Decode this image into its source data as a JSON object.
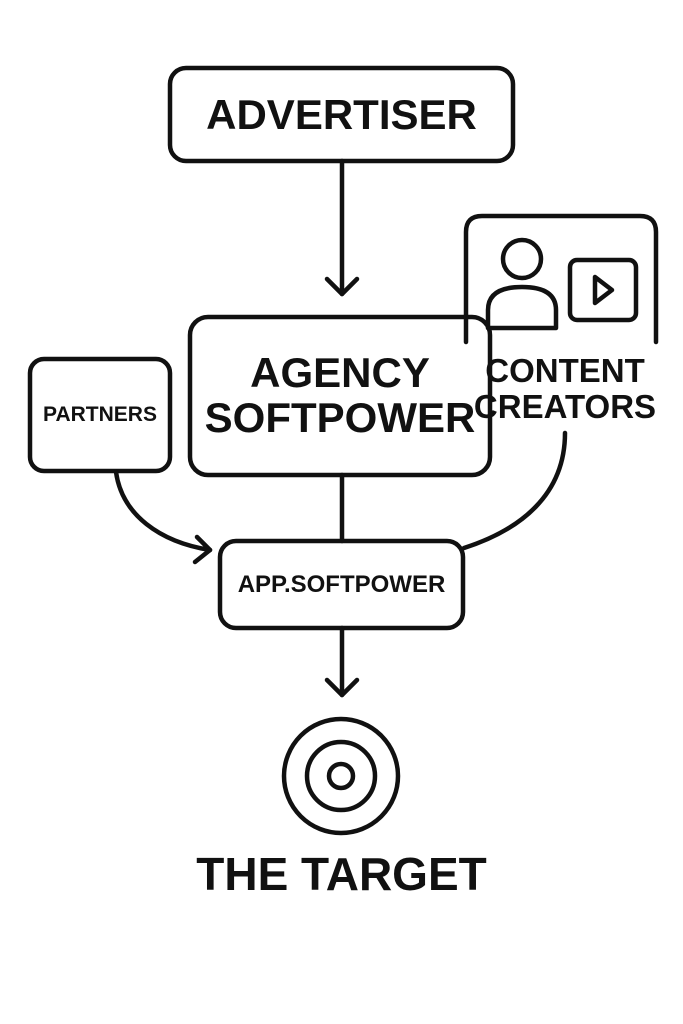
{
  "colors": {
    "stroke": "#111111",
    "background": "#ffffff"
  },
  "nodes": {
    "advertiser": {
      "label": "ADVERTISER"
    },
    "agency": {
      "line1": "AGENCY",
      "line2": "SOFTPOWER"
    },
    "partners": {
      "label": "PARTNERS"
    },
    "content_creators": {
      "line1": "CONTENT",
      "line2": "CREATORS",
      "icons": [
        "person-icon",
        "video-play-icon"
      ]
    },
    "app": {
      "label": "APP.SOFTPOWER"
    },
    "target": {
      "label": "THE TARGET",
      "icon": "target-icon"
    }
  },
  "edges": [
    {
      "from": "ADVERTISER",
      "to": "AGENCY SOFTPOWER"
    },
    {
      "from": "AGENCY SOFTPOWER",
      "to": "APP.SOFTPOWER"
    },
    {
      "from": "PARTNERS",
      "to": "APP.SOFTPOWER"
    },
    {
      "from": "CONTENT CREATORS",
      "to": "APP.SOFTPOWER"
    },
    {
      "from": "APP.SOFTPOWER",
      "to": "THE TARGET"
    }
  ]
}
